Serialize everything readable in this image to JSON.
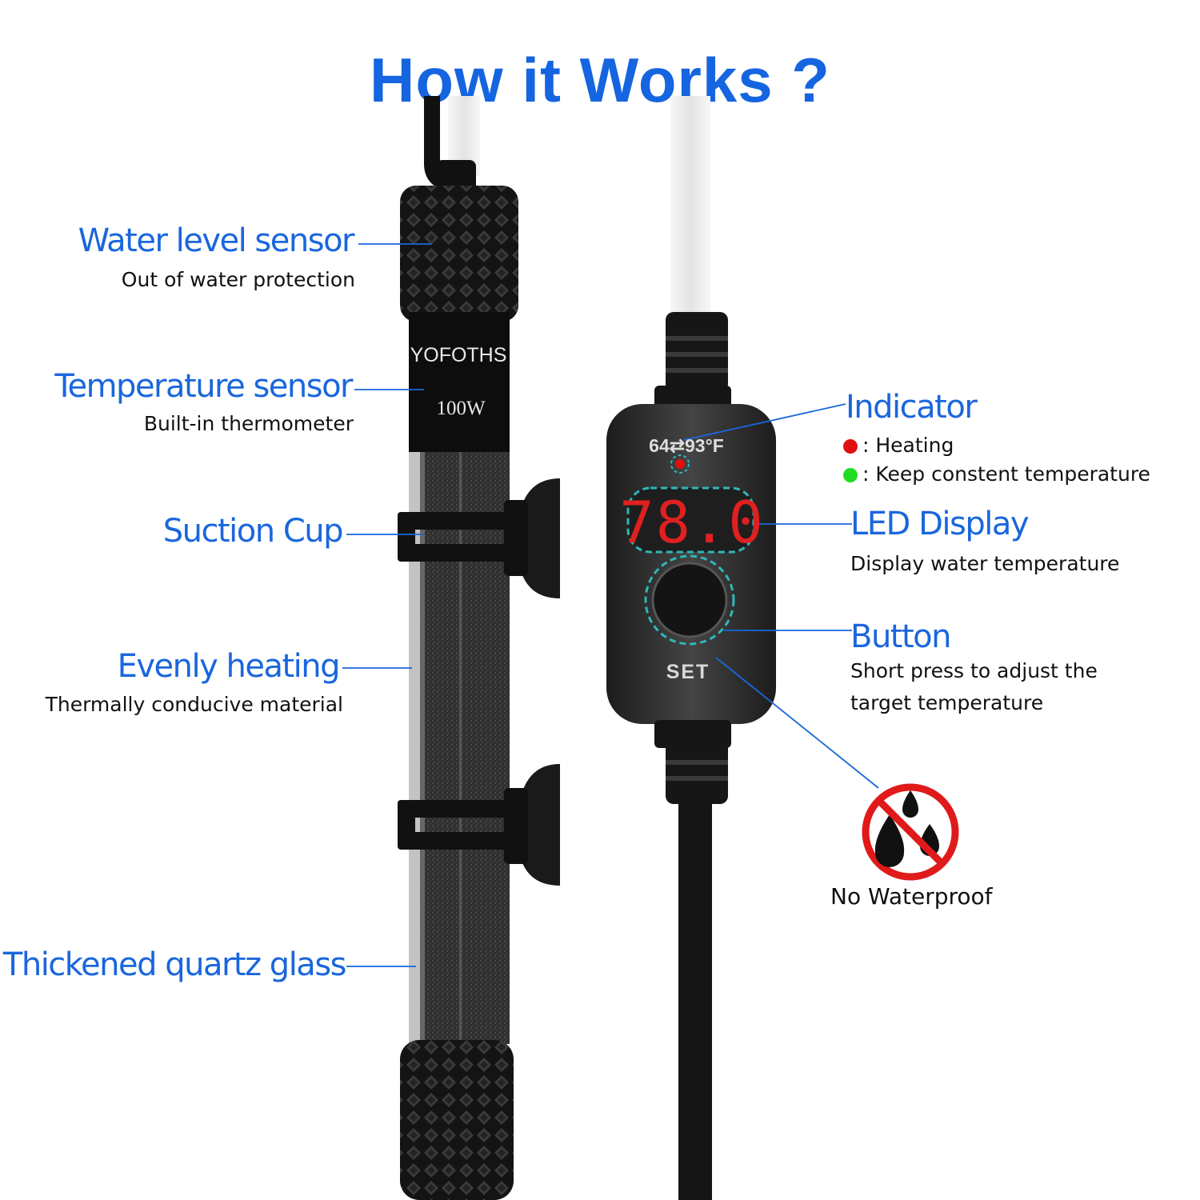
{
  "title": "How it Works ?",
  "product": {
    "brand": "YOFOTHS",
    "wattage": "100W",
    "range": "64⇄93°F",
    "display_value": "78.0",
    "button_text": "SET"
  },
  "callouts": {
    "water_level": {
      "title": "Water level sensor",
      "desc": "Out of water protection"
    },
    "temperature": {
      "title": "Temperature sensor",
      "desc": "Built-in thermometer"
    },
    "suction": {
      "title": "Suction Cup"
    },
    "heating": {
      "title": "Evenly heating",
      "desc": "Thermally conducive material"
    },
    "glass": {
      "title": "Thickened quartz glass"
    },
    "indicator": {
      "title": "Indicator",
      "red": ": Heating",
      "green": ": Keep constent temperature"
    },
    "led": {
      "title": "LED Display",
      "desc": "Display water temperature"
    },
    "button": {
      "title": "Button",
      "desc1": "Short press to adjust the",
      "desc2": "target temperature"
    },
    "waterproof": {
      "text": "No Waterproof"
    }
  },
  "colors": {
    "accent": "#1a66dd",
    "heating": "#e01010",
    "constant": "#22dd22",
    "prohibit": "#e01a1a"
  },
  "icons": [
    "no-water-icon"
  ]
}
